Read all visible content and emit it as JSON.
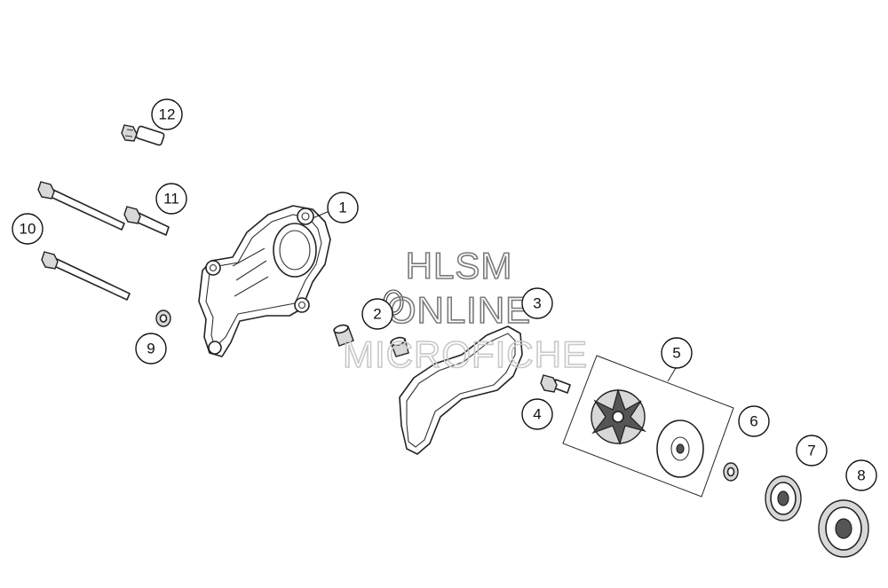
{
  "watermark": {
    "line1": "HLSM",
    "line2": "ONLINE",
    "line3": "MICROFICHE"
  },
  "callouts": {
    "c1": "1",
    "c2": "2",
    "c3": "3",
    "c4": "4",
    "c5": "5",
    "c6": "6",
    "c7": "7",
    "c8": "8",
    "c9": "9",
    "c10": "10",
    "c11": "11",
    "c12": "12"
  }
}
